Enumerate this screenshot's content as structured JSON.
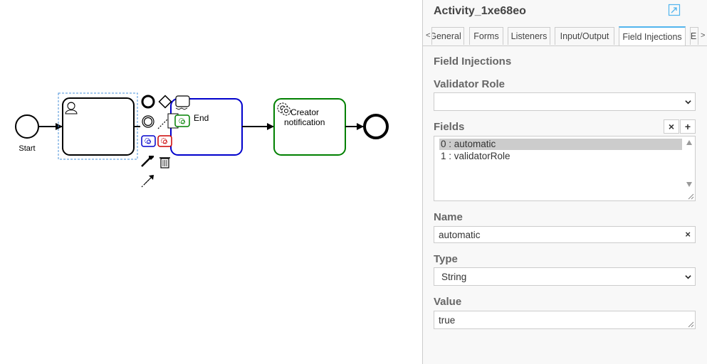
{
  "diagram": {
    "start_label": "Start",
    "end_label": "End",
    "service_label_line1": "Creator",
    "service_label_line2": "notification"
  },
  "panel": {
    "title": "Activity_1xe68eo",
    "tabs": [
      {
        "label": "General",
        "visible_text": "General"
      },
      {
        "label": "Forms"
      },
      {
        "label": "Listeners"
      },
      {
        "label": "Input/Output"
      },
      {
        "label": "Field Injections",
        "active": true
      },
      {
        "label": "E"
      }
    ],
    "section_title": "Field Injections",
    "validator_role": {
      "label": "Validator Role",
      "value": ""
    },
    "fields": {
      "label": "Fields",
      "remove_label": "×",
      "add_label": "+",
      "items": [
        "0 : automatic",
        "1 : validatorRole"
      ]
    },
    "name": {
      "label": "Name",
      "value": "automatic",
      "clear_label": "×"
    },
    "type": {
      "label": "Type",
      "value": "String"
    },
    "value": {
      "label": "Value",
      "value": "true"
    }
  },
  "colors": {
    "accent_tab": "#52b5ee",
    "end_event_border": "#0000cc",
    "service_task_border": "#008000",
    "selection": "#4a90d9"
  }
}
